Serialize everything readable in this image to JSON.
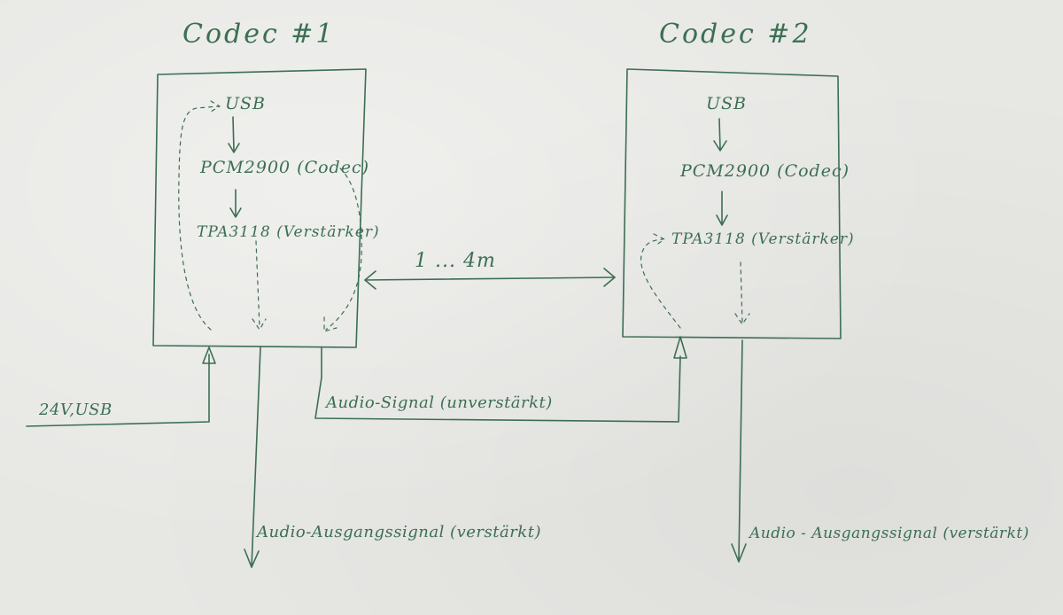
{
  "codec1": {
    "title": "Codec #1",
    "usb": "USB",
    "codec_chip": "PCM2900 (Codec)",
    "amp_chip": "TPA3118 (Verstärker)"
  },
  "codec2": {
    "title": "Codec #2",
    "usb": "USB",
    "codec_chip": "PCM2900 (Codec)",
    "amp_chip": "TPA3118 (Verstärker)"
  },
  "distance_label": "1 ... 4m",
  "power_label": "24V,USB",
  "link_label": "Audio-Signal (unverstärkt)",
  "output1_label": "Audio-Ausgangssignal (verstärkt)",
  "output2_label": "Audio - Ausgangssignal (verstärkt)",
  "ink_color": "#3b6f52"
}
